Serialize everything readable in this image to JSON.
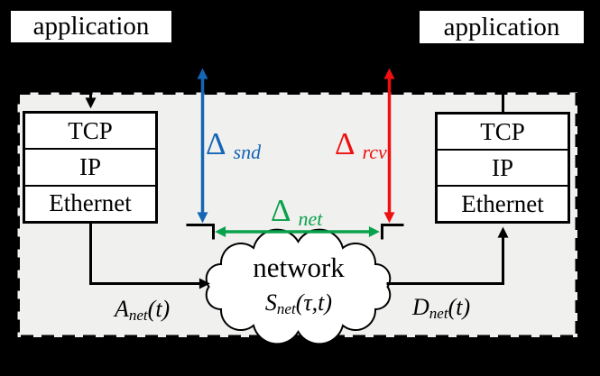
{
  "figure": {
    "left_host": {
      "app": "application",
      "layers": [
        "TCP",
        "IP",
        "Ethernet"
      ]
    },
    "right_host": {
      "app": "application",
      "layers": [
        "TCP",
        "IP",
        "Ethernet"
      ]
    },
    "network_cloud": {
      "title": "network",
      "service": {
        "base": "S",
        "sub": "net",
        "args": "(τ,t)"
      }
    },
    "delays": {
      "snd": {
        "symbol": "Δ",
        "sub": "snd",
        "color": "#1565b5"
      },
      "rcv": {
        "symbol": "Δ",
        "sub": "rcv",
        "color": "#ee1010"
      },
      "net": {
        "symbol": "Δ",
        "sub": "net",
        "color": "#0aa14c"
      }
    },
    "flows": {
      "arrival": {
        "base": "A",
        "sub": "net",
        "args": "(t)"
      },
      "departure": {
        "base": "D",
        "sub": "net",
        "args": "(t)"
      }
    },
    "colors": {
      "background": "#000000",
      "panel_fill": "#f0f0ef",
      "line": "#000000",
      "box_fill": "#ffffff"
    }
  }
}
